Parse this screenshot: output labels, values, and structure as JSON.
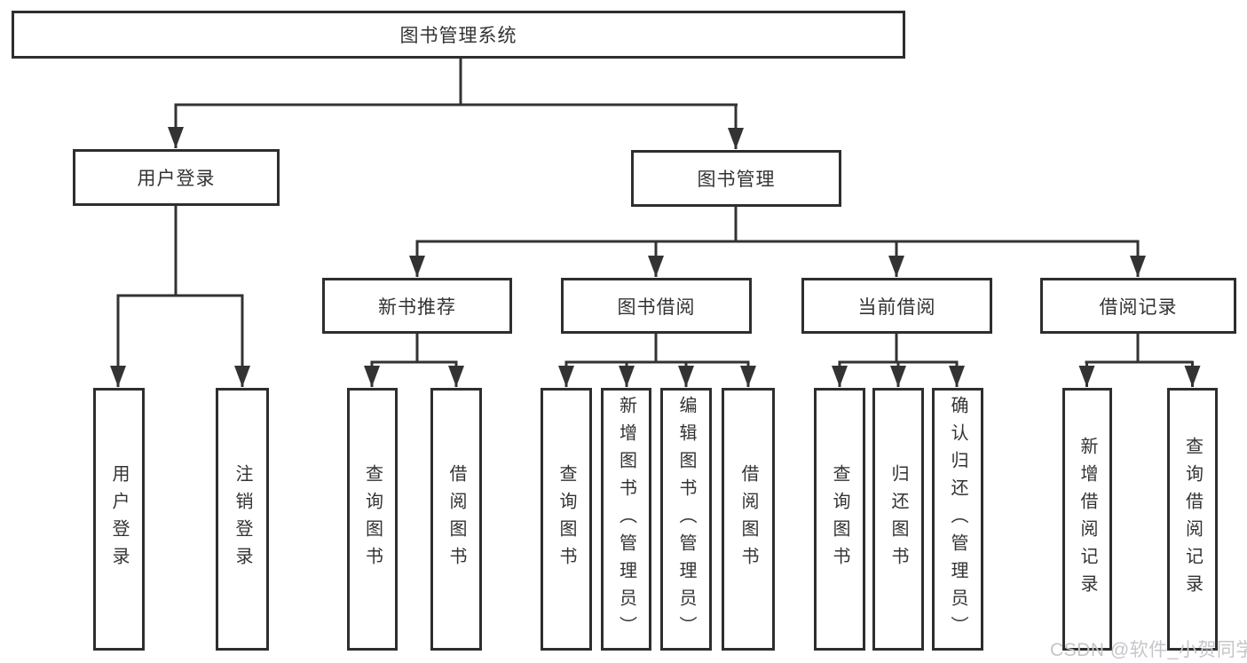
{
  "diagram": {
    "root": {
      "label": "图书管理系统",
      "children": [
        {
          "label": "用户登录",
          "children": [
            {
              "label": "用户登录"
            },
            {
              "label": "注销登录"
            }
          ]
        },
        {
          "label": "图书管理",
          "children": [
            {
              "label": "新书推荐",
              "children": [
                {
                  "label": "查询图书"
                },
                {
                  "label": "借阅图书"
                }
              ]
            },
            {
              "label": "图书借阅",
              "children": [
                {
                  "label": "查询图书"
                },
                {
                  "label": "新增图书（管理员）"
                },
                {
                  "label": "编辑图书（管理员）"
                },
                {
                  "label": "借阅图书"
                }
              ]
            },
            {
              "label": "当前借阅",
              "children": [
                {
                  "label": "查询图书"
                },
                {
                  "label": "归还图书"
                },
                {
                  "label": "确认归还（管理员）"
                }
              ]
            },
            {
              "label": "借阅记录",
              "children": [
                {
                  "label": "新增借阅记录"
                },
                {
                  "label": "查询借阅记录"
                }
              ]
            }
          ]
        }
      ]
    }
  },
  "watermark": {
    "text": "CSDN @软件_小贺同学"
  },
  "colors": {
    "line": "#333333",
    "box_border": "#2e2e2e",
    "text": "#333333",
    "watermark_text": "#c6c6ca",
    "background": "#ffffff"
  }
}
